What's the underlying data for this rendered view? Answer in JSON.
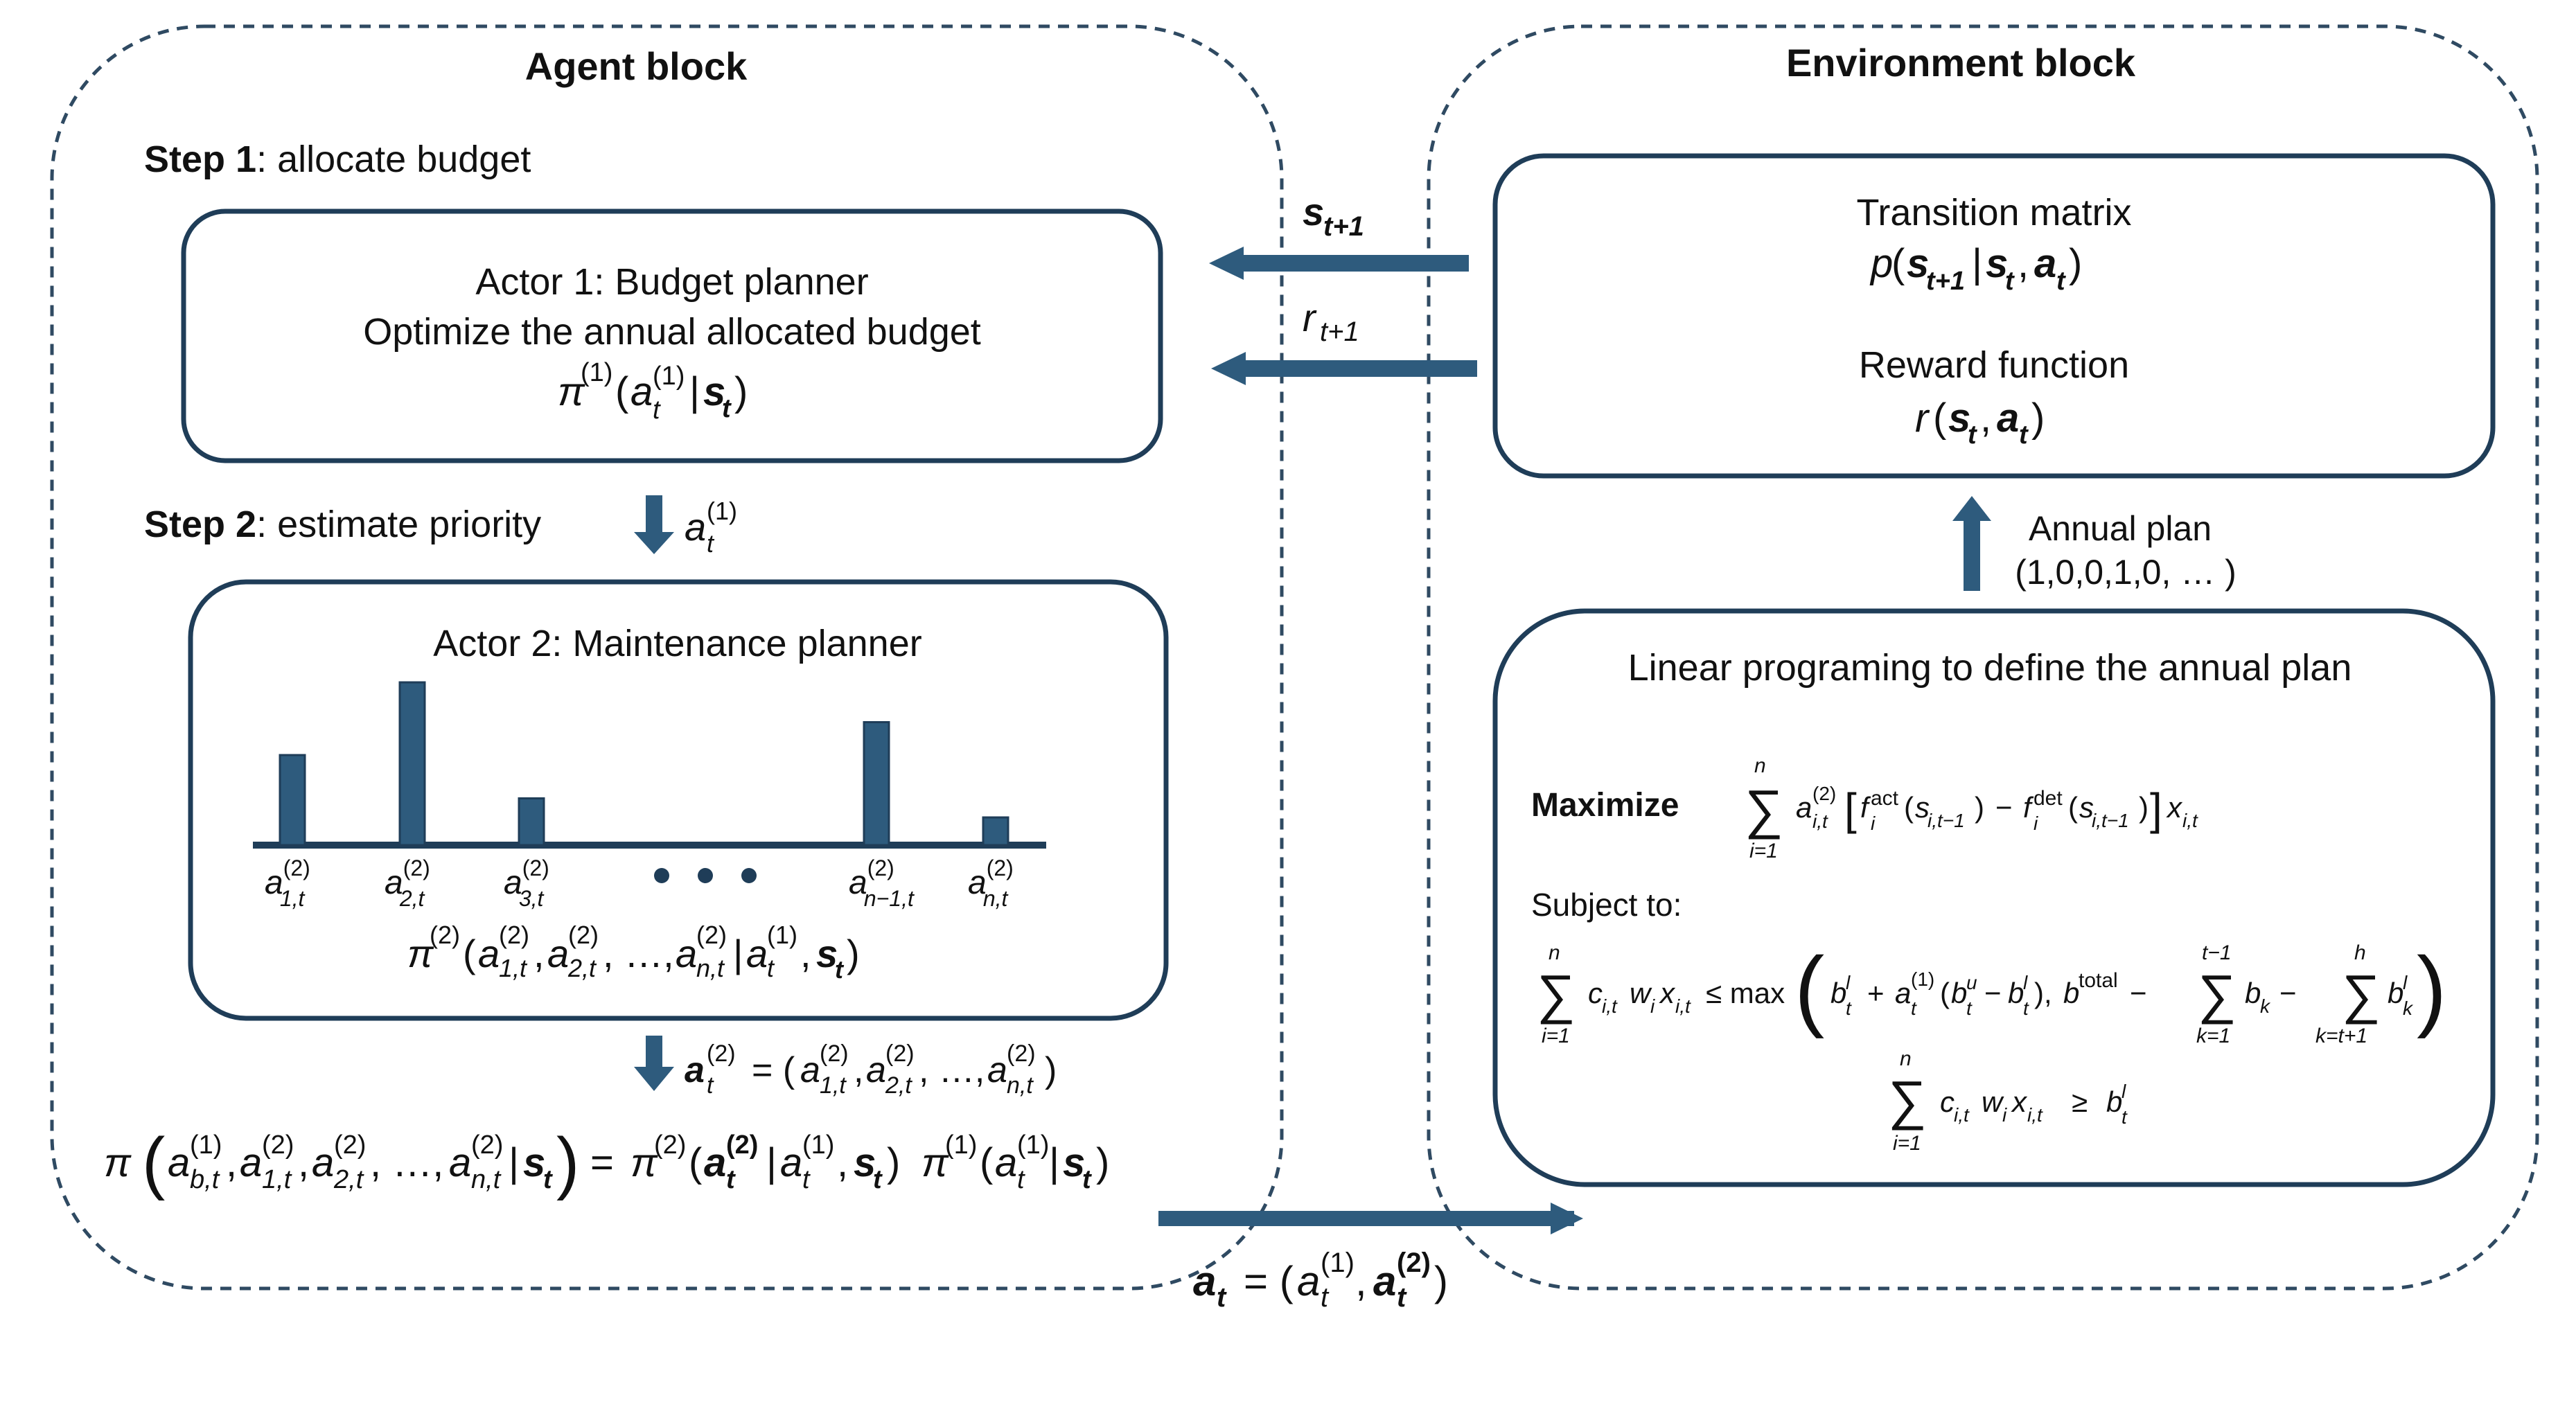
{
  "agent_block": {
    "title": "Agent block",
    "step1": {
      "label": "Step 1",
      "text": ": allocate budget"
    },
    "actor1": {
      "title": "Actor 1: Budget planner",
      "subtitle": "Optimize the annual allocated budget",
      "policy": "π(1)(a(1)t|st)"
    },
    "step2": {
      "label": "Step 2",
      "text": ": estimate priority"
    },
    "step2_output": "a(1)t",
    "actor2": {
      "title": "Actor 2: Maintenance planner",
      "bars": [
        {
          "label": "a(2)1,t",
          "value": 0.52
        },
        {
          "label": "a(2)2,t",
          "value": 0.94
        },
        {
          "label": "a(2)3,t",
          "value": 0.27
        },
        {
          "label": "a(2)n−1,t",
          "value": 0.71
        },
        {
          "label": "a(2)n,t",
          "value": 0.16
        }
      ],
      "ellipsis": "• • •",
      "policy": "π(2)(a(2)1,t, a(2)2,t, …, a(2)n,t|a(1)t, st)"
    },
    "actor2_output": "a(2)t = (a(2)1,t, a(2)2,t, …, a(2)n,t)",
    "joint_policy": "π (a(1)b,t, a(2)1,t, a(2)2,t, …, a(2)n,t|st) = π(2)(a(2)t|a(1)t, st) π(1)(a(1)t|st)"
  },
  "environment_block": {
    "title": "Environment block",
    "transition": {
      "title": "Transition matrix",
      "formula": "p(st+1|st, at)"
    },
    "reward": {
      "title": "Reward function",
      "formula": "r(st, at)"
    },
    "annual_plan": {
      "label": "Annual plan",
      "example": "(1,0,0,1,0, … )"
    },
    "lp": {
      "title": "Linear programing to define the annual plan",
      "maximize_label": "Maximize",
      "objective": "Σi=1..n a(2)i,t [fiact(si,t−1) − fidet(si,t−1)] xi,t",
      "subject_to": "Subject to:",
      "constraint1": "Σi=1..n ci,t wi xi,t ≤ max(blt + a(1)t (but − blt), btotal − Σk=1..t−1 bk − Σk=t+1..h blk)",
      "constraint2": "Σi=1..n ci,t wi xi,t ≥ blt"
    }
  },
  "signals": {
    "state_next": "st+1",
    "reward_next": "rt+1",
    "action": "at = (a(1)t, a(2)t)"
  },
  "colors": {
    "dash": "#2f4a62",
    "box": "#1f3d58",
    "arrow": "#2e5b7d",
    "bar": "#2e5b7d"
  }
}
